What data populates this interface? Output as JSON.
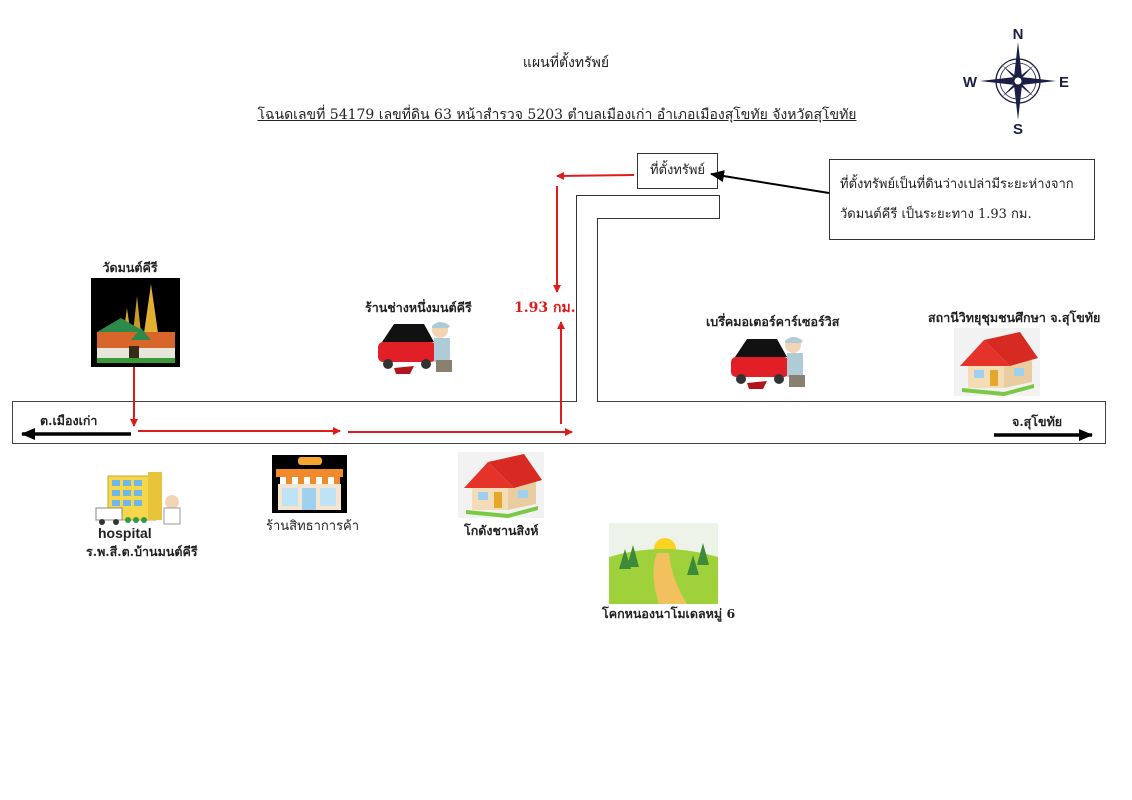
{
  "header": {
    "title": "แผนที่ตั้งทรัพย์",
    "subtitle": "โฉนดเลขที่ 54179  เลขที่ดิน 63   หน้าสำรวจ 5203   ตำบลเมืองเก่า  อำเภอเมืองสุโขทัย  จังหวัดสุโขทัย"
  },
  "compass": {
    "n": "N",
    "s": "S",
    "e": "E",
    "w": "W",
    "icon": "compass-rose-icon"
  },
  "property": {
    "label": "ที่ตั้งทรัพย์",
    "note": "ที่ตั้งทรัพย์เป็นที่ดินว่างเปล่ามีระยะห่างจาก วัดมนต์คีรี เป็นระยะทาง 1.93 กม.",
    "distance": "1.93 กม."
  },
  "road": {
    "west_label": "ต.เมืองเก่า",
    "east_label": "จ.สุโขทัย"
  },
  "landmarks": {
    "temple": {
      "label": "วัดมนต์คีรี",
      "icon": "temple-icon"
    },
    "garage1": {
      "label": "ร้านช่างหนึ่งมนต์คีรี",
      "icon": "car-mechanic-icon"
    },
    "garage2": {
      "label": "เบรึ่คมอเตอร์คาร์เซอร์วิส",
      "icon": "car-mechanic-icon"
    },
    "radio": {
      "label": "สถานีวิทยุชุมชนศึกษา จ.สุโขทัย",
      "icon": "house-icon"
    },
    "hospital": {
      "caption": "hospital",
      "label": "ร.พ.สี.ต.บ้านมนต์คีรี",
      "icon": "hospital-icon"
    },
    "shop": {
      "label": "ร้านสิทธาการค้า",
      "icon": "shop-icon"
    },
    "warehouse": {
      "label": "โกดังชานสิงห์",
      "icon": "house-icon"
    },
    "homestay": {
      "label": "โคกหนองนาโมเดลหมู่ 6",
      "icon": "landscape-icon"
    }
  },
  "colors": {
    "route": "#e01b1b",
    "arrow": "#000000",
    "compass": "#1c1f45"
  }
}
